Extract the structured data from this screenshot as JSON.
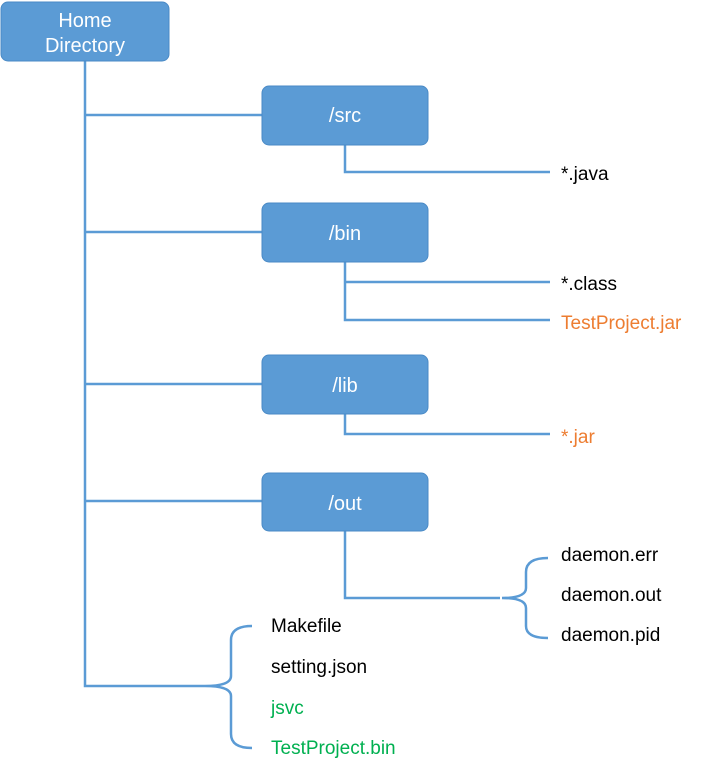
{
  "colors": {
    "node_fill": "#5b9bd5",
    "connector": "#5b9bd5",
    "text_default": "#000000",
    "text_orange": "#ed7d31",
    "text_green": "#00b050"
  },
  "root": {
    "line1": "Home",
    "line2": "Directory"
  },
  "folders": {
    "src": {
      "label": "/src",
      "files": [
        "*.java"
      ]
    },
    "bin": {
      "label": "/bin",
      "files": [
        "*.class",
        "TestProject.jar"
      ]
    },
    "lib": {
      "label": "/lib",
      "files": [
        "*.jar"
      ]
    },
    "out": {
      "label": "/out",
      "files": [
        "daemon.err",
        "daemon.out",
        "daemon.pid"
      ]
    }
  },
  "root_files": [
    "Makefile",
    "setting.json",
    "jsvc",
    "TestProject.bin"
  ]
}
